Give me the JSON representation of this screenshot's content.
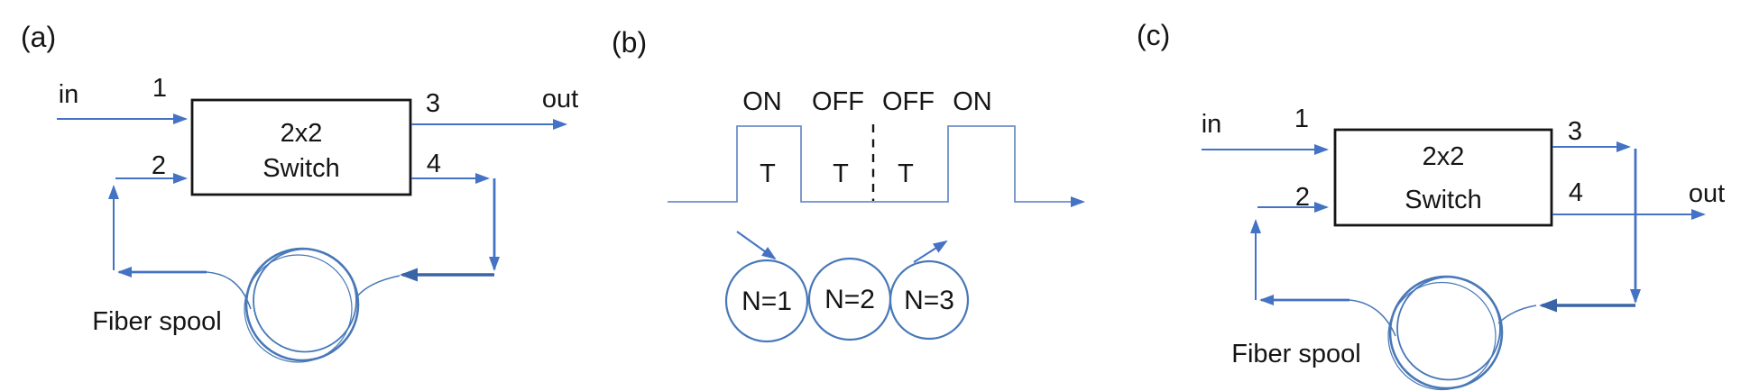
{
  "colors": {
    "line_blue": "#4472C4",
    "line_blue_dark": "#3A64A8",
    "waveform_blue": "#6E8FC7",
    "spool_blue": "#4878B8",
    "ink": "#151515"
  },
  "figure": {
    "panel_a": {
      "tag": "(a)",
      "in_label": "in",
      "out_label": "out",
      "port_1": "1",
      "port_2": "2",
      "port_3": "3",
      "port_4": "4",
      "switch_title": "2x2",
      "switch_subtitle": "Switch",
      "spool_label": "Fiber spool"
    },
    "panel_b": {
      "tag": "(b)",
      "states": [
        "ON",
        "OFF",
        "OFF",
        "ON"
      ],
      "intervals": [
        "T",
        "T",
        "T"
      ],
      "pulse_labels": [
        "N=1",
        "N=2",
        "N=3"
      ]
    },
    "panel_c": {
      "tag": "(c)",
      "in_label": "in",
      "out_label": "out",
      "port_1": "1",
      "port_2": "2",
      "port_3": "3",
      "port_4": "4",
      "switch_title": "2x2",
      "switch_subtitle": "Switch",
      "spool_label": "Fiber spool"
    }
  }
}
